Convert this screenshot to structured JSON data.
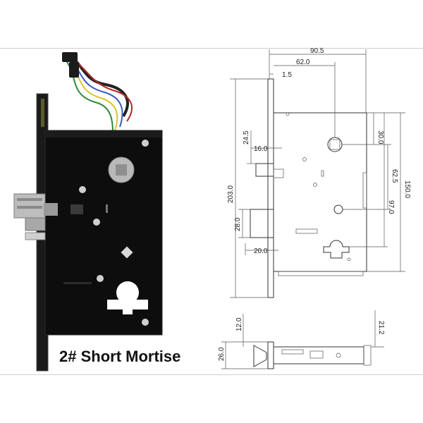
{
  "caption": "2# Short Mortise",
  "dimensions": {
    "overall_width": "90.5",
    "cylinder_offset": "62.0",
    "faceplate_thickness": "1.5",
    "top_to_spindle": "30.0",
    "spindle_to_cylinder": "62.5",
    "top_to_cylinder": "97.0",
    "body_height": "150.0",
    "faceplate_height": "203.0",
    "latch_height": "24.5",
    "latch_projection": "16.0",
    "deadbolt_height": "28.0",
    "deadbolt_projection": "20.0",
    "side_depth": "26.0",
    "side_flange": "12.0",
    "side_thickness": "21.2"
  },
  "colors": {
    "lock_body": "#0d0d0d",
    "faceplate": "#1a1a1a",
    "drawing_lines": "#333333"
  }
}
